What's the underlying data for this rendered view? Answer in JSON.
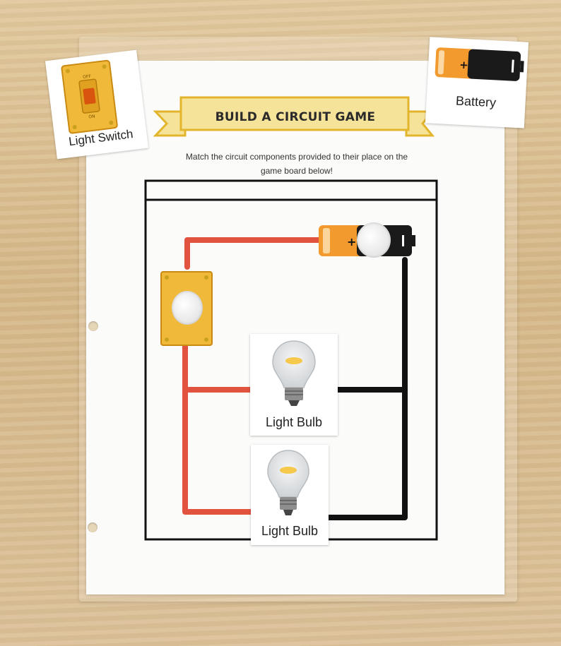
{
  "worksheet": {
    "title": "BUILD A CIRCUIT GAME",
    "instructions_line1": "Match the circuit components provided to their place on the",
    "instructions_line2": "game board below!"
  },
  "cards": {
    "light_switch": {
      "label": "Light Switch",
      "switch_off": "OFF",
      "switch_on": "ON"
    },
    "battery": {
      "label": "Battery",
      "plus": "+"
    },
    "bulb_top": {
      "label": "Light Bulb"
    },
    "bulb_bottom": {
      "label": "Light Bulb"
    }
  },
  "colors": {
    "wire_red": "#e2533f",
    "wire_black": "#111111",
    "banner_yellow": "#f6e39a",
    "banner_edge": "#e2b52c",
    "switch_plate": "#f0b93a",
    "battery_orange": "#f29a2e"
  }
}
